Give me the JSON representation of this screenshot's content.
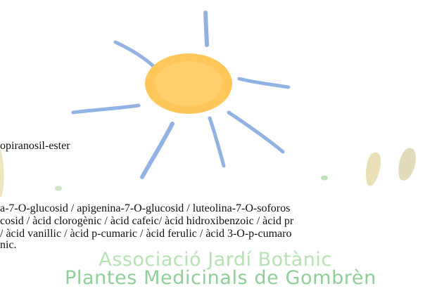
{
  "logo": {
    "name_line1": "Associació Jardí Botànic",
    "name_line2": "Plantes Medicinals de Gombrèn",
    "colors": {
      "sun_core": "#ffc75a",
      "sun_rays": "#7fa7df",
      "text_light": "#b7e2b4",
      "text_green": "#8fcf98",
      "brush_yellow": "#e9dfae",
      "brush_green": "#d3e7b8"
    }
  },
  "document": {
    "line1": "opiranosil-ester",
    "line2": "a-7-O-glucosid / apigenina-7-O-glucosid / luteolina-7-O-soforos",
    "line3": "cosid / àcid clorogènic / àcid cafeic/ àcid hidroxibenzoic / àcid pr",
    "line4": "/ àcid vanillic / àcid p-cumaric / àcid ferulic / àcid 3-O-p-cumaro",
    "line5": "nic."
  }
}
